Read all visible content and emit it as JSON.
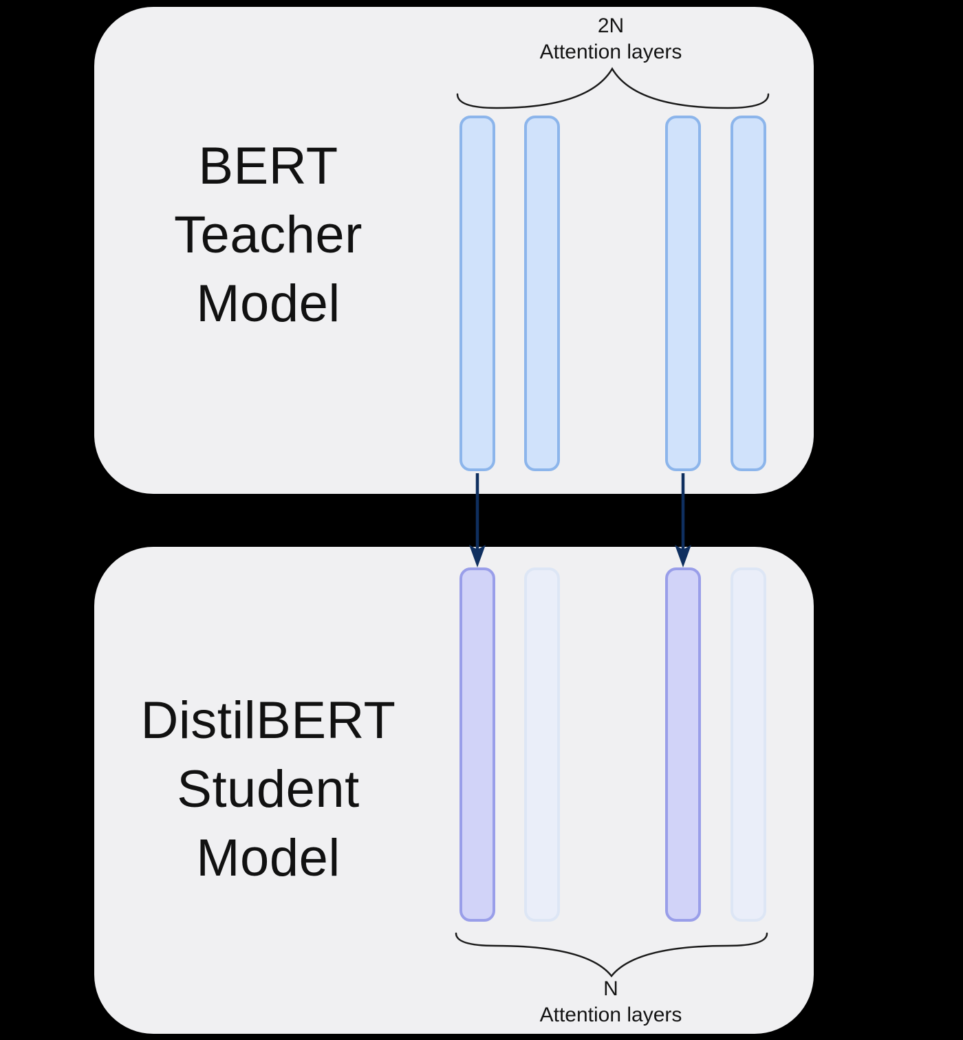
{
  "teacher": {
    "title_lines": [
      "BERT",
      "Teacher",
      "Model"
    ],
    "brace_label_count": "2N",
    "brace_label_text": "Attention layers",
    "attention_bars_shown": 4
  },
  "student": {
    "title_lines": [
      "DistilBERT",
      "Student",
      "Model"
    ],
    "brace_label_count": "N",
    "brace_label_text": "Attention layers",
    "attention_bars_shown": 4,
    "highlighted_bar_positions": [
      1,
      3
    ],
    "faded_bar_positions": [
      2,
      4
    ]
  },
  "distillation_arrow_count": 2,
  "colors": {
    "page_background": "#000000",
    "card_background": "#f0f0f2",
    "teacher_bar_fill": "#d0e2fb",
    "teacher_bar_border": "#8cb5eb",
    "student_bar_fill": "#d1d3f8",
    "student_bar_border": "#999ee9",
    "faded_bar_fill": "#eaeef9",
    "faded_bar_border": "#dde6f5",
    "arrow": "#0f2f5f",
    "brace": "#1a1a1a",
    "text": "#111111"
  }
}
